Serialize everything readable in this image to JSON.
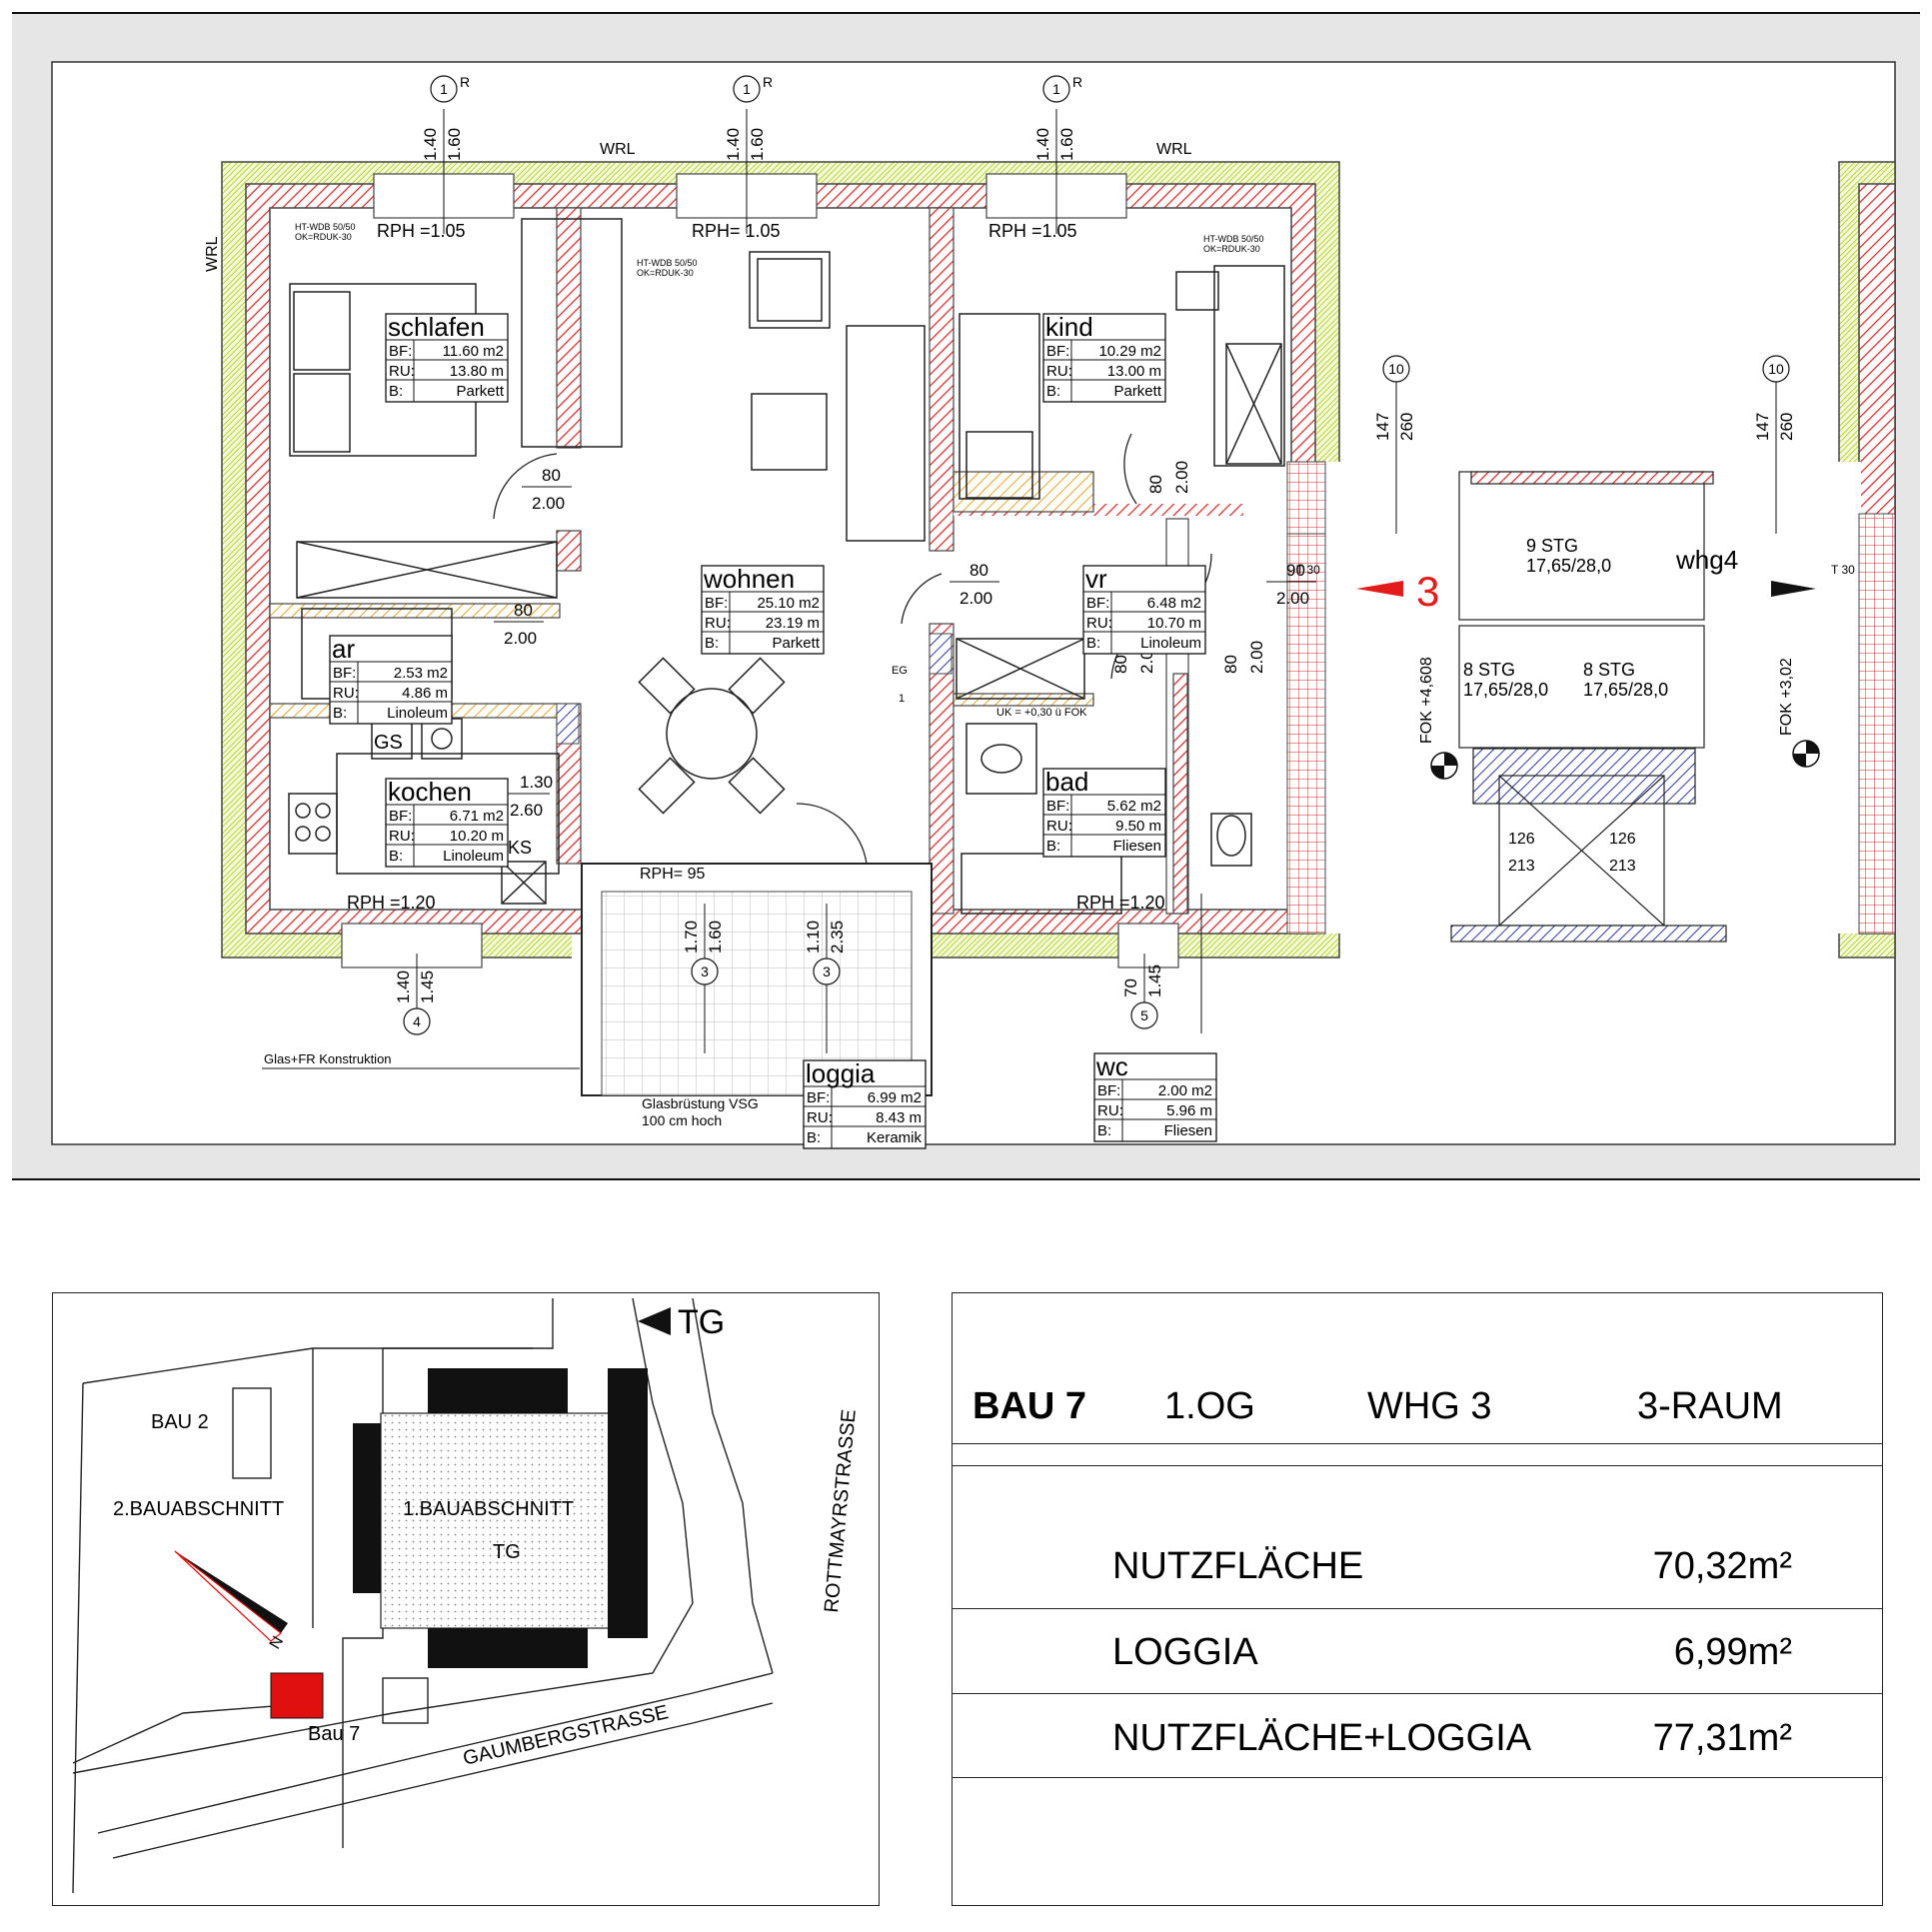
{
  "plan": {
    "labels": {
      "wrl": "WRL",
      "rph_105": "RPH =1.05",
      "rph_105b": "RPH= 1.05",
      "rph_120": "RPH =1.20",
      "rph_95": "RPH= 95",
      "ht_wdb": "HT-WDB 50/50",
      "ck_rduk": "OK=RDUK-30",
      "glas_fr": "Glas+FR Konstruktion",
      "glasbruestung_1": "Glasbrüstung VSG",
      "glasbruestung_2": "100 cm hoch",
      "uk": "UK = +0,30 ü FOK",
      "ks": "KS",
      "gs": "GS",
      "eg": "EG",
      "one": "1",
      "t30": "T 30",
      "apartment_no": "3",
      "whg4": "whg4",
      "stg9": "9 STG",
      "stg9_dim": "17,65/28,0",
      "stg8a": "8 STG",
      "stg8a_dim": "17,65/28,0",
      "stg8b": "8 STG",
      "stg8b_dim": "17,65/28,0",
      "fok_left": "FOK +4,608",
      "fok_right": "FOK +3,02",
      "lift_126": "126",
      "lift_213": "213"
    },
    "windows": [
      {
        "tag": "1",
        "suffix": "R",
        "d1": "1.40",
        "d2": "1.60"
      },
      {
        "tag": "1",
        "suffix": "R",
        "d1": "1.40",
        "d2": "1.60"
      },
      {
        "tag": "1",
        "suffix": "R",
        "d1": "1.40",
        "d2": "1.60"
      },
      {
        "tag": "4",
        "d1": "1.40",
        "d2": "1.45"
      },
      {
        "tag": "3",
        "d1": "1.70",
        "d2": "1.60"
      },
      {
        "tag": "3",
        "d1": "1.10",
        "d2": "2.35"
      },
      {
        "tag": "5",
        "d1": "70",
        "d2": "1.45"
      },
      {
        "tag": "10",
        "d1": "147",
        "d2": "260"
      },
      {
        "tag": "10",
        "d1": "147",
        "d2": "260"
      }
    ],
    "doors": [
      {
        "w": "80",
        "h": "2.00"
      },
      {
        "w": "80",
        "h": "2.00"
      },
      {
        "w": "80",
        "h": "2.00"
      },
      {
        "w": "80",
        "h": "2.00"
      },
      {
        "w": "80",
        "h": "2.00"
      },
      {
        "w": "80",
        "h": "2.00"
      },
      {
        "w": "90",
        "h": "2.00"
      },
      {
        "w": "1.30",
        "h": "2.60"
      }
    ],
    "rooms": [
      {
        "name": "schlafen",
        "bf": "11.60 m2",
        "ru": "13.80 m",
        "b": "Parkett"
      },
      {
        "name": "kind",
        "bf": "10.29 m2",
        "ru": "13.00 m",
        "b": "Parkett"
      },
      {
        "name": "wohnen",
        "bf": "25.10 m2",
        "ru": "23.19 m",
        "b": "Parkett"
      },
      {
        "name": "vr",
        "bf": "6.48 m2",
        "ru": "10.70 m",
        "b": "Linoleum"
      },
      {
        "name": "ar",
        "bf": "2.53 m2",
        "ru": "4.86 m",
        "b": "Linoleum"
      },
      {
        "name": "kochen",
        "bf": "6.71 m2",
        "ru": "10.20 m",
        "b": "Linoleum"
      },
      {
        "name": "bad",
        "bf": "5.62 m2",
        "ru": "9.50 m",
        "b": "Fliesen"
      },
      {
        "name": "loggia",
        "bf": "6.99 m2",
        "ru": "8.43 m",
        "b": "Keramik"
      },
      {
        "name": "wc",
        "bf": "2.00 m2",
        "ru": "5.96 m",
        "b": "Fliesen"
      }
    ],
    "room_keys": {
      "bf": "BF:",
      "ru": "RU:",
      "b": "B:"
    },
    "colors": {
      "wall_red": "#d62a2a",
      "wall_green": "#b8d430",
      "stair_blue": "#2d3aa8",
      "accent_red": "#e31b1b"
    }
  },
  "site": {
    "tg": "TG",
    "bau2": "BAU 2",
    "bauabschnitt2": "2.BAUABSCHNITT",
    "bauabschnitt1": "1.BAUABSCHNITT",
    "tg_inner": "TG",
    "rottmayr": "ROTTMAYRSTRASSE",
    "gaumberg": "GAUMBERGSTRASSE",
    "bau7": "Bau 7",
    "north": "N",
    "highlight": "#e01010"
  },
  "info": {
    "bau": "BAU 7",
    "floor": "1.OG",
    "whg": "WHG 3",
    "rooms": "3-RAUM",
    "rows": [
      {
        "label": "NUTZFLÄCHE",
        "value": "70,32m²"
      },
      {
        "label": "LOGGIA",
        "value": "6,99m²"
      },
      {
        "label": "NUTZFLÄCHE+LOGGIA",
        "value": "77,31m²"
      }
    ]
  }
}
